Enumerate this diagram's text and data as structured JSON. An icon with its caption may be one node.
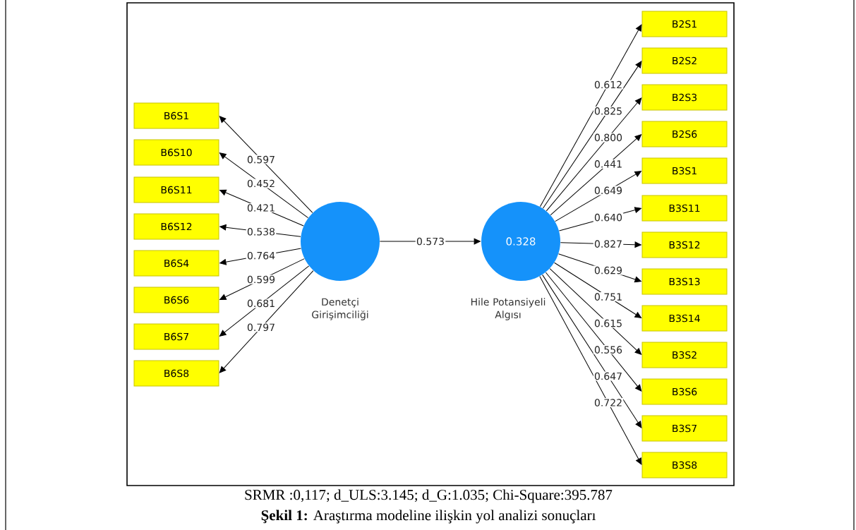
{
  "diagram": {
    "caption": "**Şekil 1:** Araştırma modeline ilişkin yol analizi sonuçları",
    "nodes": [
      {
        "text": [
          "B6S1"
        ]
      },
      {
        "text": [
          "B6S10"
        ]
      },
      {
        "text": [
          "B6S11"
        ]
      },
      {
        "text": [
          "B6S12"
        ]
      },
      {
        "text": [
          "B6S4"
        ]
      },
      {
        "text": [
          "B6S6"
        ]
      },
      {
        "text": [
          "B6S7"
        ]
      },
      {
        "text": [
          "B6S8"
        ]
      },
      {
        "text": [
          "Denetçi Girişimciliği"
        ]
      },
      {
        "text": [
          "0.328",
          "Hile Potansiyeli Algısı"
        ]
      },
      {
        "text": [
          "B2S1"
        ]
      },
      {
        "text": [
          "B2S2"
        ]
      },
      {
        "text": [
          "B2S3"
        ]
      },
      {
        "text": [
          "B2S6"
        ]
      },
      {
        "text": [
          "B3S1"
        ]
      },
      {
        "text": [
          "B3S11"
        ]
      },
      {
        "text": [
          "B3S12"
        ]
      },
      {
        "text": [
          "B3S13"
        ]
      },
      {
        "text": [
          "B3S14"
        ]
      },
      {
        "text": [
          "B3S2"
        ]
      },
      {
        "text": [
          "B3S6"
        ]
      },
      {
        "text": [
          "B3S7"
        ]
      },
      {
        "text": [
          "B3S8"
        ]
      }
    ],
    "edges": [
      {
        "from": 8,
        "to": 0,
        "arrow": "to",
        "label": "0.597"
      },
      {
        "from": 8,
        "to": 1,
        "arrow": "to",
        "label": "0.452"
      },
      {
        "from": 8,
        "to": 2,
        "arrow": "to",
        "label": "0.421"
      },
      {
        "from": 8,
        "to": 3,
        "arrow": "to",
        "label": "0.538"
      },
      {
        "from": 8,
        "to": 4,
        "arrow": "to",
        "label": "0.764"
      },
      {
        "from": 8,
        "to": 5,
        "arrow": "to",
        "label": "0.599"
      },
      {
        "from": 8,
        "to": 6,
        "arrow": "to",
        "label": "0.681"
      },
      {
        "from": 8,
        "to": 7,
        "arrow": "to",
        "label": "0.797"
      },
      {
        "from": 8,
        "to": 9,
        "arrow": "to",
        "label": "0.573"
      },
      {
        "from": 9,
        "to": 10,
        "arrow": "to",
        "label": "0.612"
      },
      {
        "from": 9,
        "to": 11,
        "arrow": "to",
        "label": "0.825"
      },
      {
        "from": 9,
        "to": 12,
        "arrow": "to",
        "label": "0.800"
      },
      {
        "from": 9,
        "to": 13,
        "arrow": "to",
        "label": "0.441"
      },
      {
        "from": 9,
        "to": 14,
        "arrow": "to",
        "label": "0.649"
      },
      {
        "from": 9,
        "to": 15,
        "arrow": "to",
        "label": "0.640"
      },
      {
        "from": 9,
        "to": 16,
        "arrow": "to",
        "label": "0.827"
      },
      {
        "from": 9,
        "to": 17,
        "arrow": "to",
        "label": "0.629"
      },
      {
        "from": 9,
        "to": 18,
        "arrow": "to",
        "label": "0.751"
      },
      {
        "from": 9,
        "to": 19,
        "arrow": "to",
        "label": "0.615"
      },
      {
        "from": 9,
        "to": 20,
        "arrow": "to",
        "label": "0.556"
      },
      {
        "from": 9,
        "to": 21,
        "arrow": "to",
        "label": "0.647"
      },
      {
        "from": 9,
        "to": 22,
        "arrow": "to",
        "label": "0.722"
      }
    ],
    "labels": [
      "SRMR :0,117; d_ULS:3.145; d_G:1.035; Chi-Square:395.787"
    ]
  }
}
